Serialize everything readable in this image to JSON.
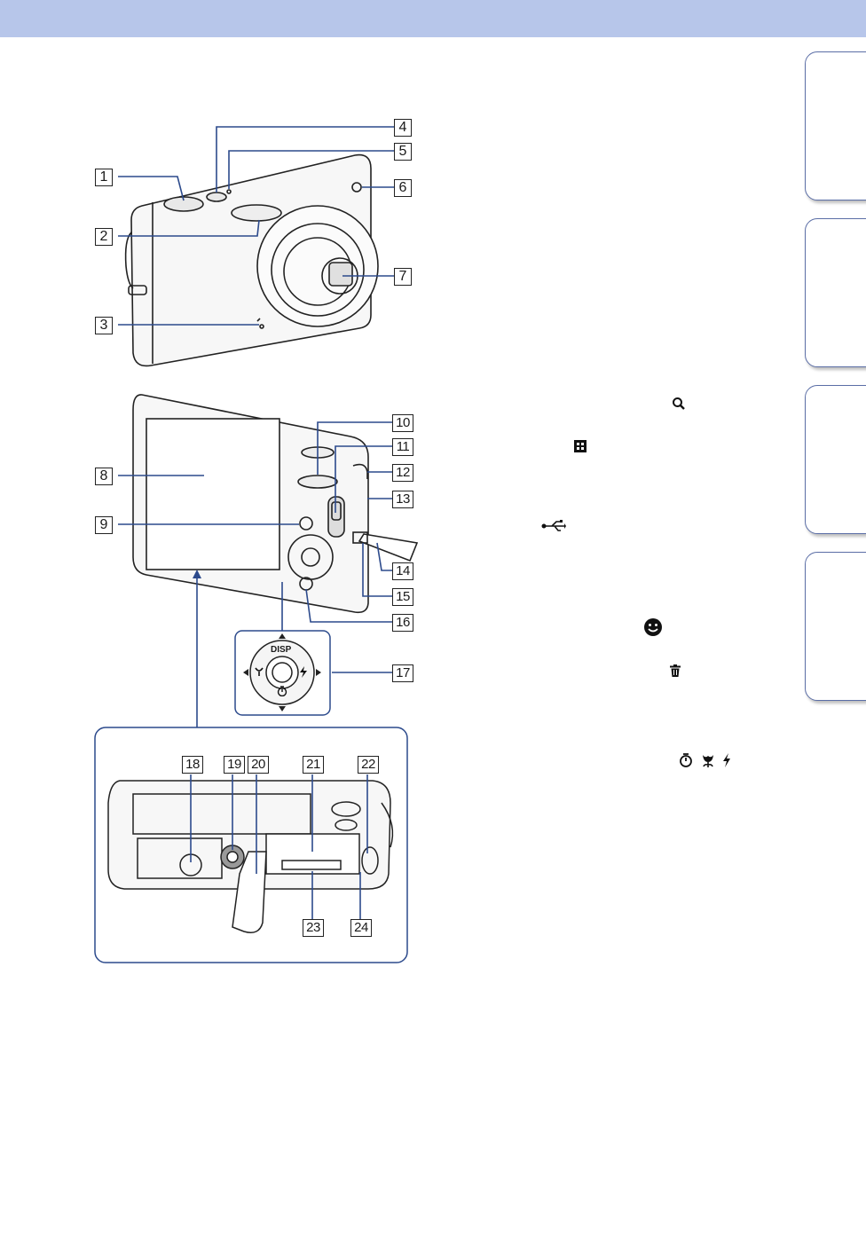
{
  "header": {
    "background": "#b7c6ea"
  },
  "side_tabs": [
    {
      "name": "side-tab-1"
    },
    {
      "name": "side-tab-2"
    },
    {
      "name": "side-tab-3"
    },
    {
      "name": "side-tab-4"
    }
  ],
  "callouts": {
    "c1": "1",
    "c2": "2",
    "c3": "3",
    "c4": "4",
    "c5": "5",
    "c6": "6",
    "c7": "7",
    "c8": "8",
    "c9": "9",
    "c10": "10",
    "c11": "11",
    "c12": "12",
    "c13": "13",
    "c14": "14",
    "c15": "15",
    "c16": "16",
    "c17": "17",
    "c18": "18",
    "c19": "19",
    "c20": "20",
    "c21": "21",
    "c22": "22",
    "c23": "23",
    "c24": "24"
  },
  "control_wheel": {
    "disp_label": "DISP"
  },
  "icons": [
    "zoom-magnifier-icon",
    "index-grid-icon",
    "usb-icon",
    "smile-shutter-icon",
    "delete-trash-icon",
    "self-timer-icon",
    "macro-tulip-icon",
    "flash-bolt-icon"
  ],
  "colors": {
    "line": "#2c4a8c",
    "callout_border": "#222222",
    "tab_border": "#5b6ea6"
  }
}
